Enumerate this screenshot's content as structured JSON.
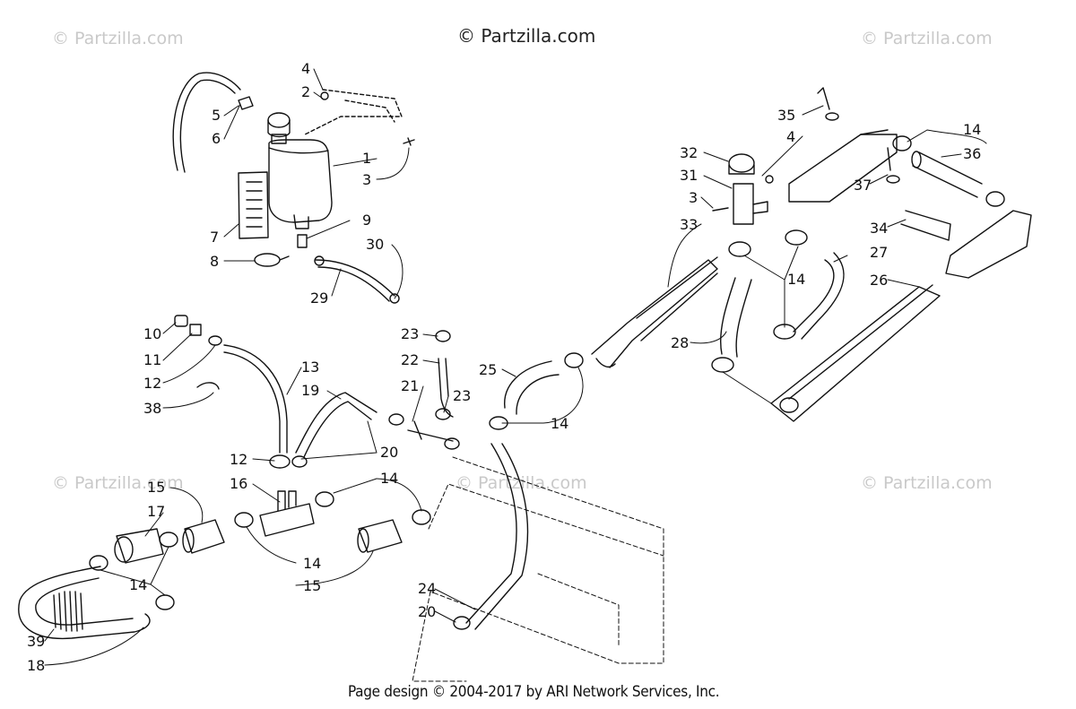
{
  "watermark_center": "© Partzilla.com",
  "watermark_faded": "© Partzilla.com",
  "footer": "Page design © 2004-2017 by ARI Network Services, Inc.",
  "callouts": [
    {
      "id": "c-4a",
      "text": "4"
    },
    {
      "id": "c-2",
      "text": "2"
    },
    {
      "id": "c-5",
      "text": "5"
    },
    {
      "id": "c-6",
      "text": "6"
    },
    {
      "id": "c-1",
      "text": "1"
    },
    {
      "id": "c-3a",
      "text": "3"
    },
    {
      "id": "c-9",
      "text": "9"
    },
    {
      "id": "c-30",
      "text": "30"
    },
    {
      "id": "c-7",
      "text": "7"
    },
    {
      "id": "c-8",
      "text": "8"
    },
    {
      "id": "c-29",
      "text": "29"
    },
    {
      "id": "c-10",
      "text": "10"
    },
    {
      "id": "c-11",
      "text": "11"
    },
    {
      "id": "c-12a",
      "text": "12"
    },
    {
      "id": "c-38",
      "text": "38"
    },
    {
      "id": "c-13",
      "text": "13"
    },
    {
      "id": "c-19",
      "text": "19"
    },
    {
      "id": "c-23a",
      "text": "23"
    },
    {
      "id": "c-22",
      "text": "22"
    },
    {
      "id": "c-21",
      "text": "21"
    },
    {
      "id": "c-23b",
      "text": "23"
    },
    {
      "id": "c-25",
      "text": "25"
    },
    {
      "id": "c-14a",
      "text": "14"
    },
    {
      "id": "c-20a",
      "text": "20"
    },
    {
      "id": "c-12b",
      "text": "12"
    },
    {
      "id": "c-16",
      "text": "16"
    },
    {
      "id": "c-15a",
      "text": "15"
    },
    {
      "id": "c-17",
      "text": "17"
    },
    {
      "id": "c-14b",
      "text": "14"
    },
    {
      "id": "c-14c",
      "text": "14"
    },
    {
      "id": "c-15b",
      "text": "15"
    },
    {
      "id": "c-14d",
      "text": "14"
    },
    {
      "id": "c-24",
      "text": "24"
    },
    {
      "id": "c-20b",
      "text": "20"
    },
    {
      "id": "c-39",
      "text": "39"
    },
    {
      "id": "c-18",
      "text": "18"
    },
    {
      "id": "c-35",
      "text": "35"
    },
    {
      "id": "c-4b",
      "text": "4"
    },
    {
      "id": "c-14e",
      "text": "14"
    },
    {
      "id": "c-36",
      "text": "36"
    },
    {
      "id": "c-32",
      "text": "32"
    },
    {
      "id": "c-31",
      "text": "31"
    },
    {
      "id": "c-37",
      "text": "37"
    },
    {
      "id": "c-3b",
      "text": "3"
    },
    {
      "id": "c-33",
      "text": "33"
    },
    {
      "id": "c-34",
      "text": "34"
    },
    {
      "id": "c-27",
      "text": "27"
    },
    {
      "id": "c-14f",
      "text": "14"
    },
    {
      "id": "c-26",
      "text": "26"
    },
    {
      "id": "c-28",
      "text": "28"
    }
  ]
}
